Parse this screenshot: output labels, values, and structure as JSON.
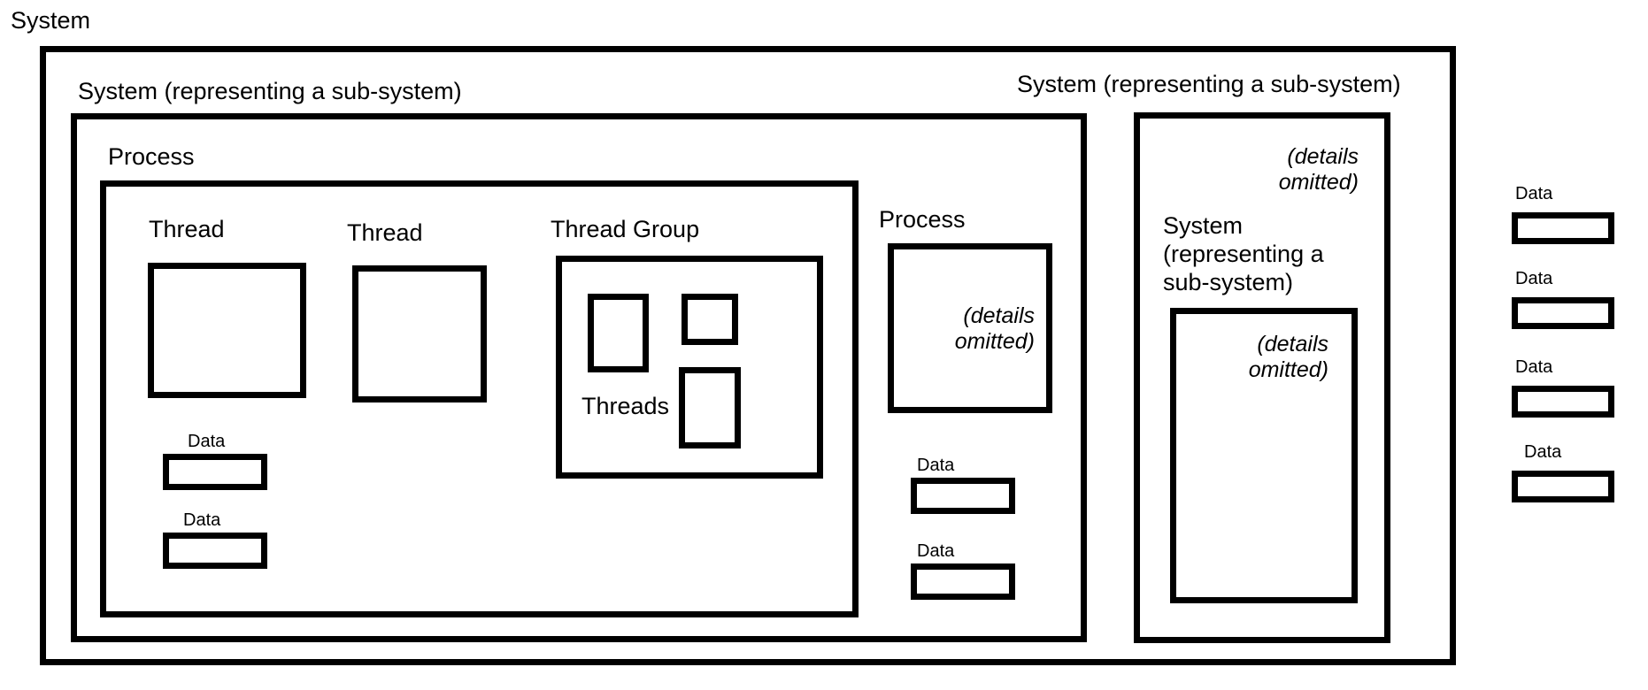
{
  "diagram": {
    "title": "System",
    "root_label": "System",
    "labels": {
      "system": "System",
      "sub_system": "System (representing a sub-system)",
      "process": "Process",
      "thread": "Thread",
      "thread_group": "Thread Group",
      "threads": "Threads",
      "data": "Data",
      "details_omitted": "(details\nomitted)",
      "nested_system_multiline": "System\n(representing a\nsub-system)"
    },
    "colors": {
      "stroke": "#000000",
      "fill": "#ffffff",
      "text": "#000000"
    },
    "outer_system": {
      "label": "System",
      "sub_systems": [
        {
          "label": "System (representing a sub-system)",
          "processes": [
            {
              "label": "Process",
              "threads": [
                {
                  "label": "Thread"
                },
                {
                  "label": "Thread"
                }
              ],
              "thread_group": {
                "label": "Thread Group",
                "inner_label": "Threads",
                "thread_count": 3
              },
              "data_items": [
                {
                  "label": "Data"
                },
                {
                  "label": "Data"
                }
              ]
            },
            {
              "label": "Process",
              "body": "(details\nomitted)",
              "data_items": [
                {
                  "label": "Data"
                },
                {
                  "label": "Data"
                }
              ]
            }
          ]
        },
        {
          "label": "System (representing a sub-system)",
          "body": "(details\nomitted)",
          "nested_system": {
            "label": "System\n(representing a\nsub-system)",
            "body": "(details\nomitted)"
          }
        }
      ]
    },
    "standalone_data": [
      {
        "label": "Data"
      },
      {
        "label": "Data"
      },
      {
        "label": "Data"
      },
      {
        "label": "Data"
      }
    ]
  }
}
